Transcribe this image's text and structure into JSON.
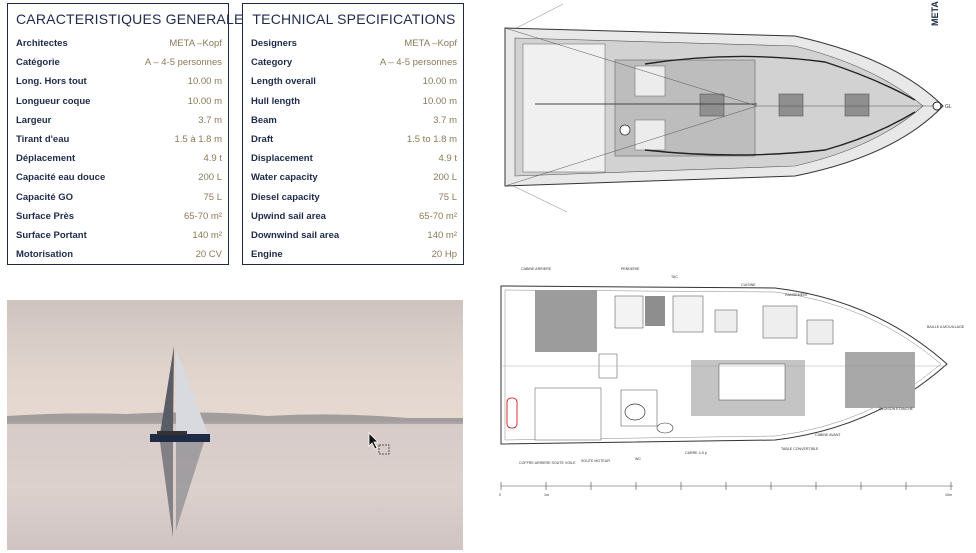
{
  "specs_fr": {
    "title": "CARACTERISTIQUES GENERALES",
    "rows": [
      {
        "label": "Architectes",
        "value": "META –Kopf"
      },
      {
        "label": "Catégorie",
        "value": "A – 4-5 personnes"
      },
      {
        "label": "Long. Hors tout",
        "value": "10.00 m"
      },
      {
        "label": "Longueur coque",
        "value": "10.00 m"
      },
      {
        "label": "Largeur",
        "value": "3.7 m"
      },
      {
        "label": "Tirant d'eau",
        "value": "1.5 à 1.8 m"
      },
      {
        "label": "Déplacement",
        "value": "4.9 t"
      },
      {
        "label": "Capacité eau douce",
        "value": "200 L"
      },
      {
        "label": "Capacité GO",
        "value": "75 L"
      },
      {
        "label": "Surface Près",
        "value": "65-70 m²"
      },
      {
        "label": "Surface Portant",
        "value": "140 m²"
      },
      {
        "label": "Motorisation",
        "value": "20 CV"
      }
    ]
  },
  "specs_en": {
    "title": "TECHNICAL SPECIFICATIONS",
    "rows": [
      {
        "label": "Designers",
        "value": "META –Kopf"
      },
      {
        "label": "Category",
        "value": "A – 4-5 personnes"
      },
      {
        "label": "Length overall",
        "value": "10.00 m"
      },
      {
        "label": "Hull length",
        "value": "10.00 m"
      },
      {
        "label": "Beam",
        "value": "3.7 m"
      },
      {
        "label": "Draft",
        "value": "1.5 to 1.8 m"
      },
      {
        "label": "Displacement",
        "value": "4.9 t"
      },
      {
        "label": "Water capacity",
        "value": "200 L"
      },
      {
        "label": "Diesel capacity",
        "value": "75 L"
      },
      {
        "label": "Upwind sail area",
        "value": "65-70 m²"
      },
      {
        "label": "Downwind sail area",
        "value": "140 m²"
      },
      {
        "label": "Engine",
        "value": "20 Hp"
      }
    ]
  },
  "side_brand": "META",
  "deck_plan": {
    "bow_label": "GL"
  },
  "layout_plan": {
    "labels": {
      "cabine_arriere": "CABINE ARRIERE",
      "penderie": "PENDERIE",
      "tac": "TAC",
      "cuisine": "CUISINE",
      "rangement": "RANGEMENT",
      "baille": "BAILLE A MOUILLAGE",
      "cloison": "CLOISON ETANCHE",
      "cabine_avant": "CABINE AVANT",
      "table": "TABLE CONVERTIBLE",
      "carre": "CARRE 4-5 p",
      "wc": "WC",
      "soute_moteur": "SOUTE MOTEUR",
      "coffre": "COFFRE ARRIERE SOUTE VOILE"
    },
    "scale_start": "0",
    "scale_1m": "1m",
    "scale_end": "10m"
  },
  "photo": {
    "subject": "sailboat-photo"
  }
}
